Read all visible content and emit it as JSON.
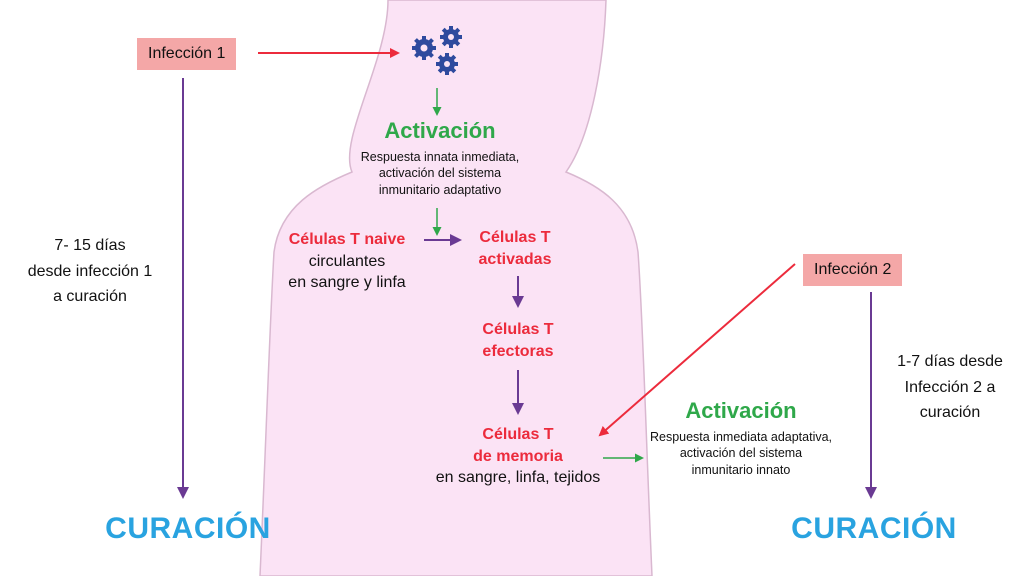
{
  "infections": {
    "first": "Infección 1",
    "second": "Infección 2"
  },
  "activation_top": {
    "title": "Activación",
    "lines": [
      "Respuesta innata inmediata,",
      "activación del sistema",
      "inmunitario adaptativo"
    ]
  },
  "naive": {
    "title": "Células T naive",
    "lines": [
      "circulantes",
      "en sangre y linfa"
    ]
  },
  "activated": {
    "lines": [
      "Células T",
      "activadas"
    ]
  },
  "effector": {
    "lines": [
      "Células T",
      "efectoras"
    ]
  },
  "memory": {
    "lines": [
      "Células T",
      "de memoria"
    ],
    "sub": "en sangre, linfa, tejidos"
  },
  "activation_right": {
    "title": "Activación",
    "lines": [
      "Respuesta inmediata adaptativa,",
      "activación del sistema",
      "inmunitario innato"
    ]
  },
  "left_timeline": {
    "lines": [
      "7- 15 días",
      "desde infección 1",
      "a curación"
    ]
  },
  "right_timeline": {
    "lines": [
      "1-7 días desde",
      "Infección 2 a",
      "curación"
    ]
  },
  "cure": {
    "left": "CURACIÓN",
    "right": "CURACIÓN"
  },
  "colors": {
    "body_fill": "#fbe3f5",
    "body_outline": "#d9b8d0",
    "red_arrow": "#ec2b3c",
    "green_arrow": "#2fa84a",
    "purple_arrow": "#6a3a93",
    "gear": "#2e4a9e",
    "cure_blue": "#29a3e0"
  },
  "icons": {
    "pathogen": "gears-icon"
  }
}
